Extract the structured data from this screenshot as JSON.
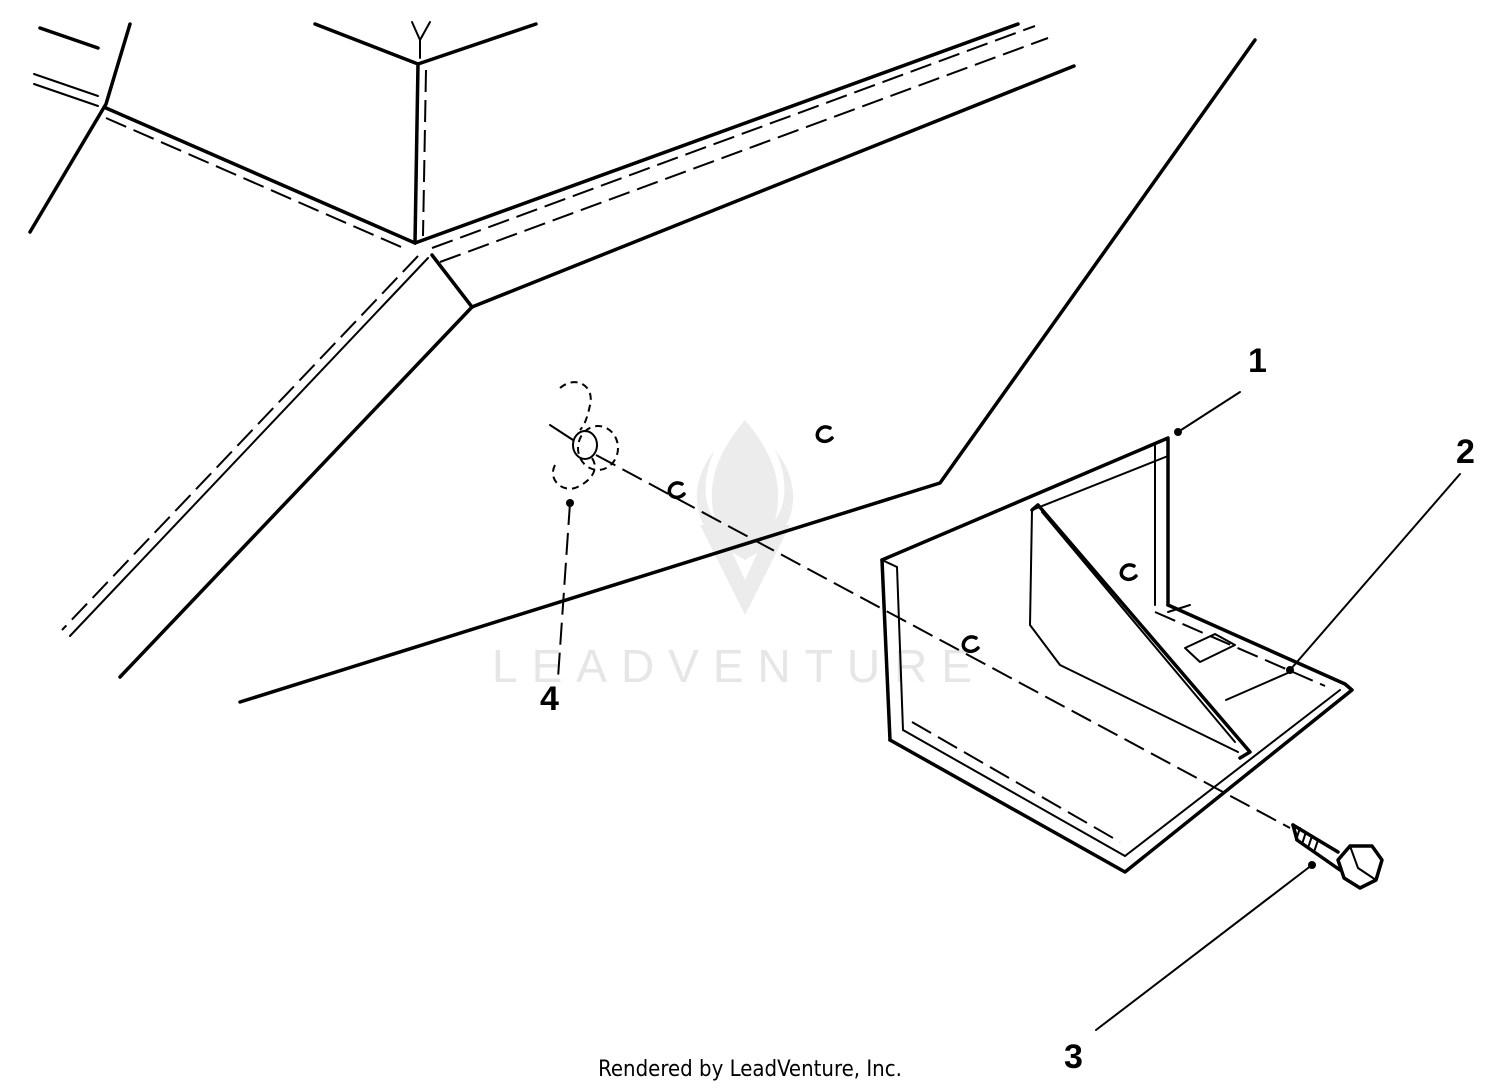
{
  "callouts": [
    {
      "id": "1",
      "label": "1"
    },
    {
      "id": "2",
      "label": "2"
    },
    {
      "id": "3",
      "label": "3"
    },
    {
      "id": "4",
      "label": "4"
    }
  ],
  "watermark": {
    "text": "LEADVENTURE"
  },
  "footer": {
    "text": "Rendered by LeadVenture, Inc."
  }
}
